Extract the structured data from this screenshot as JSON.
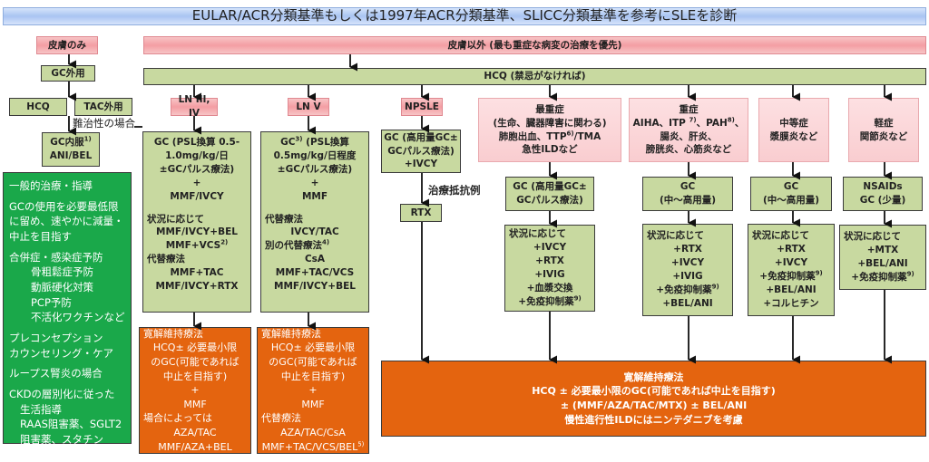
{
  "title": "EULAR/ACR分類基準もしくは1997年ACR分類基準、SLICC分類基準を参考にSLEを診断",
  "skin_only": {
    "header": "皮膚のみ",
    "gc_topical": "GC外用",
    "hcq": "HCQ",
    "tac_topical": "TAC外用",
    "refractory_label": "難治性の場合",
    "oral_gc_line1": "GC内服",
    "oral_gc_sup": "1)",
    "oral_gc_line2": "ANI/BEL"
  },
  "general_box": {
    "lines": [
      {
        "text": "一般的治療・指導",
        "indent": 0
      },
      {
        "text": "GCの使用を必要最低限",
        "indent": 0,
        "gap": true
      },
      {
        "text": "に留め、速やかに減量・",
        "indent": 0
      },
      {
        "text": "中止を目指す",
        "indent": 0
      },
      {
        "text": "合併症・感染症予防",
        "indent": 0,
        "gap": true
      },
      {
        "text": "骨粗鬆症予防",
        "indent": 2
      },
      {
        "text": "動脈硬化対策",
        "indent": 2
      },
      {
        "text": "PCP予防",
        "indent": 2
      },
      {
        "text": "不活化ワクチンなど",
        "indent": 2
      },
      {
        "text": "プレコンセプション",
        "indent": 0,
        "gap": true
      },
      {
        "text": "カウンセリング・ケア",
        "indent": 0
      },
      {
        "text": "ループス腎炎の場合",
        "indent": 0,
        "gap": true
      },
      {
        "text": "CKDの層別化に従った",
        "indent": 0,
        "gap": true
      },
      {
        "text": "生活指導",
        "indent": 1
      },
      {
        "text": "RAAS阻害薬、SGLT2",
        "indent": 1
      },
      {
        "text": "阻害薬、スタチン",
        "indent": 1
      }
    ]
  },
  "non_skin": {
    "header": "皮膚以外 (最も重症な病変の治療を優先)",
    "hcq_bar": "HCQ (禁忌がなければ)"
  },
  "ln34": {
    "header": "LN III, IV",
    "treatment": [
      "GC (PSL換算 0.5-",
      "1.0mg/kg/日",
      "±GCパルス療法)",
      "+",
      "MMF/IVCY"
    ],
    "situational_label": "状況に応じて",
    "situational": [
      "MMF/IVCY+BEL",
      "MMF+VCS"
    ],
    "situational_sup": "2)",
    "alt_label": "代替療法",
    "alt": [
      "MMF+TAC",
      "MMF/IVCY+RTX"
    ],
    "maintenance": [
      "寛解維持療法",
      "HCQ± 必要最小限",
      "のGC(可能であれば",
      "中止を目指す)",
      "+",
      "MMF",
      "場合によっては",
      "AZA/TAC",
      "MMF/AZA+BEL"
    ]
  },
  "ln5": {
    "header": "LN V",
    "treatment_first": "GC",
    "treatment_sup": "3)",
    "treatment_first_rest": " (PSL換算",
    "treatment": [
      "0.5mg/kg/日程度",
      "±GCパルス療法)",
      "+",
      "MMF"
    ],
    "alt_label": "代替療法",
    "alt": [
      "IVCY/TAC"
    ],
    "alt2_label": "別の代替療法",
    "alt2_sup": "4)",
    "alt2": [
      "CsA",
      "MMF+TAC/VCS",
      "MMF/IVCY+BEL"
    ],
    "maintenance": [
      "寛解維持療法",
      "HCQ± 必要最小限",
      "のGC(可能であれば",
      "中止を目指す)",
      "+",
      "MMF",
      "代替療法",
      "AZA/TAC/CsA",
      "MMF+TAC/VCS/BEL"
    ],
    "maintenance_sup": "5)"
  },
  "npsle": {
    "header": "NPSLE",
    "treatment": [
      "GC (高用量GC±",
      "GCパルス療法)",
      "+IVCY"
    ],
    "refractory_label": "治療抵抗例",
    "rtx": "RTX"
  },
  "most_severe": {
    "header": [
      "最重症",
      "(生命、臓器障害に関わる)"
    ],
    "header_line3_a": "肺胞出血、TTP",
    "header_line3_sup": "6)",
    "header_line3_b": "/TMA",
    "header_line4": "急性ILDなど",
    "treatment": [
      "GC (高用量GC±",
      "GCパルス療法)"
    ],
    "situational_label": "状況に応じて",
    "situational": [
      "+IVCY",
      "+RTX",
      "+IVIG",
      "+血漿交換"
    ],
    "situational_last": "+免疫抑制薬",
    "situational_sup": "9)"
  },
  "severe": {
    "header": "重症",
    "header_line2": [
      {
        "t": "AIHA、ITP "
      },
      {
        "sup": "7)"
      },
      {
        "t": "、PAH"
      },
      {
        "sup": "8)"
      },
      {
        "t": "、"
      }
    ],
    "header_line3": "腸炎、肝炎、",
    "header_line4": "膀胱炎、心筋炎など",
    "treatment": [
      "GC",
      "(中～高用量)"
    ],
    "situational_label": "状況に応じて",
    "situational": [
      "+RTX",
      "+IVCY",
      "+IVIG"
    ],
    "situational_sup_item": "+免疫抑制薬",
    "situational_sup": "9)",
    "situational_last": "+BEL/ANI"
  },
  "moderate": {
    "header": [
      "中等症",
      "漿膜炎など"
    ],
    "treatment": [
      "GC",
      "(中～高用量)"
    ],
    "situational_label": "状況に応じて",
    "situational": [
      "+RTX",
      "+IVCY"
    ],
    "situational_sup_item": "+免疫抑制薬",
    "situational_sup": "9)",
    "situational_rest": [
      "+BEL/ANI",
      "+コルヒチン"
    ]
  },
  "mild": {
    "header": [
      "軽症",
      "関節炎など"
    ],
    "treatment": [
      "NSAIDs",
      "GC (少量)"
    ],
    "situational_label": "状況に応じて",
    "situational": [
      "+MTX",
      "+BEL/ANI"
    ],
    "situational_sup_item": "+免疫抑制薬",
    "situational_sup": "9)"
  },
  "shared_maintenance": {
    "lines": [
      "寛解維持療法",
      "HCQ ± 必要最小限のGC(可能であれば中止を目指す)",
      "± (MMF/AZA/TAC/MTX) ± BEL/ANI",
      "慢性進行性ILDにはニンテダニブを考慮"
    ]
  },
  "colors": {
    "pink": "#f4a0a5",
    "green": "#c8d9a0",
    "dark_green": "#1aa84a",
    "orange": "#e4640f",
    "blue": "#a9c4f2"
  }
}
